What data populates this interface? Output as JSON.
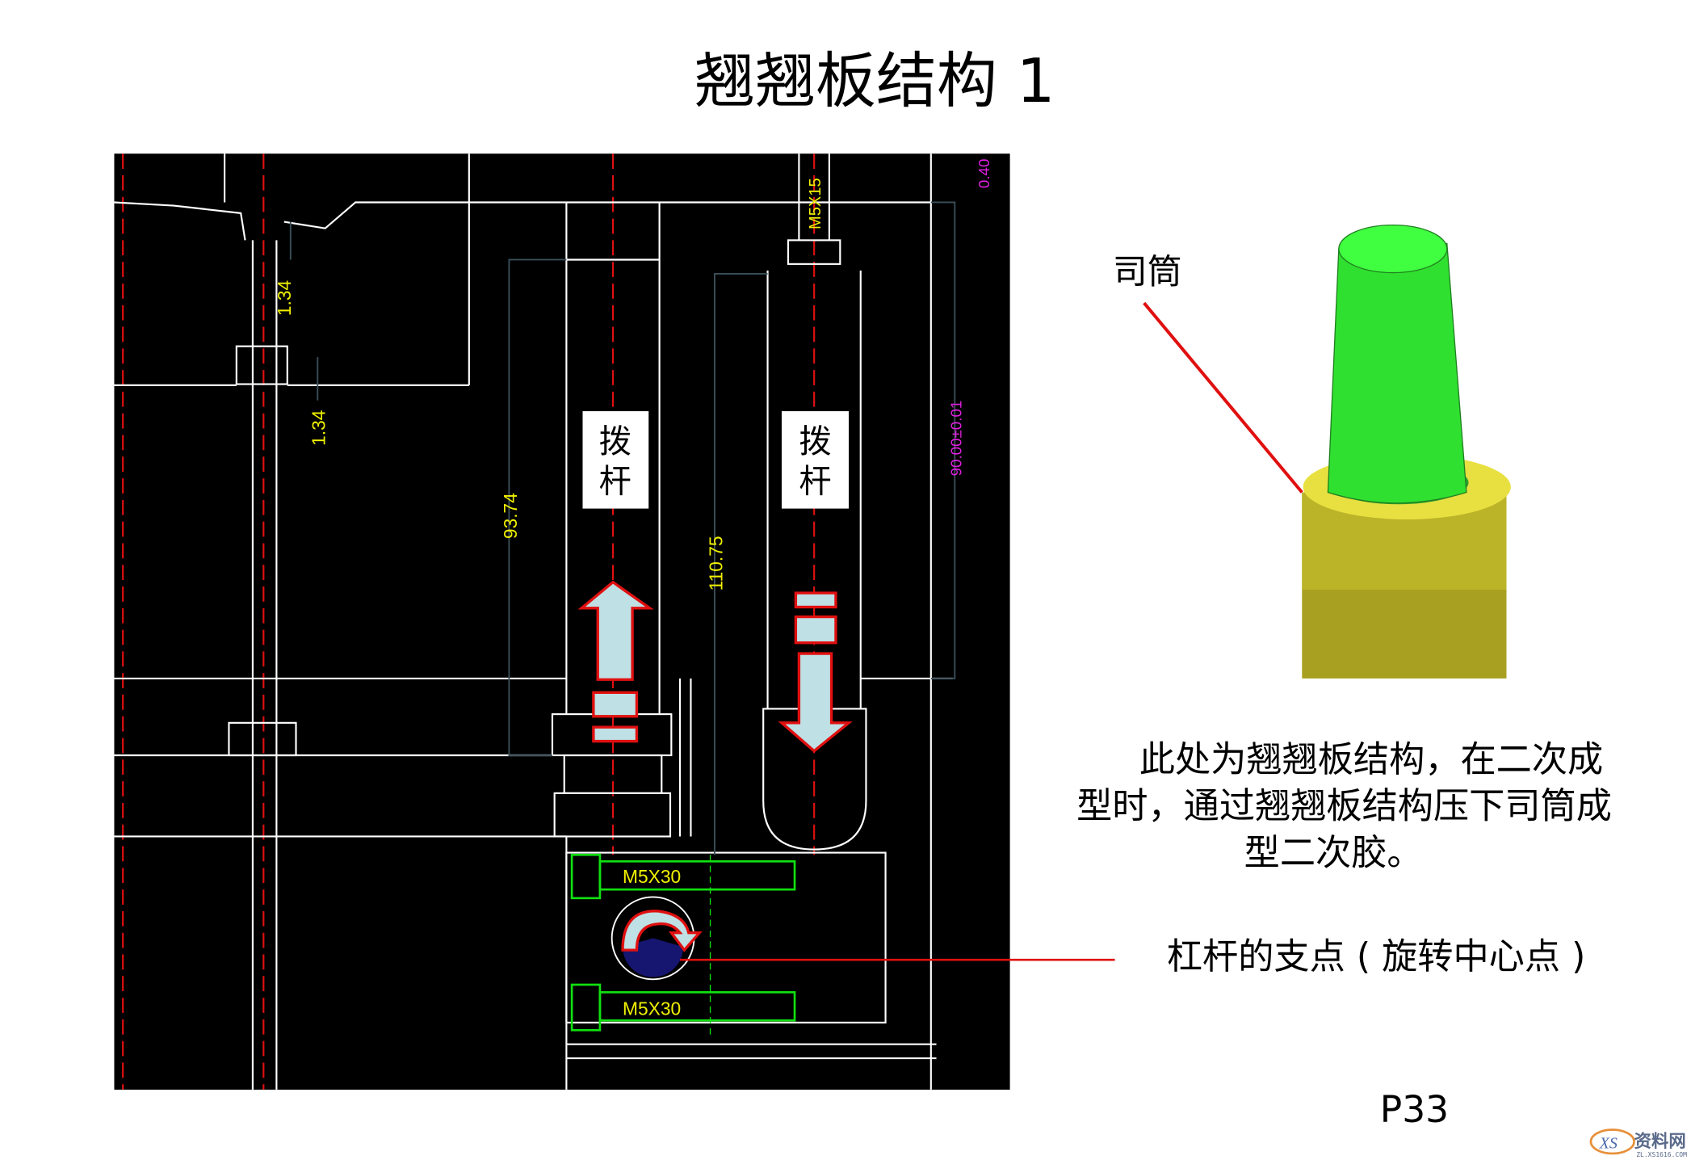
{
  "title": "翘翘板结构 1",
  "cad": {
    "labels": {
      "dim1": "1.34",
      "dim2": "1.34",
      "dim3": "93.74",
      "dim4": "110.75",
      "dim5": "90.00±0.01",
      "dim6": "0.40",
      "screw_top": "M5X15",
      "bolt1": "M5X30",
      "bolt2": "M5X30"
    },
    "lever_label_left": [
      "拨",
      "杆"
    ],
    "lever_label_right": [
      "拨",
      "杆"
    ],
    "colors": {
      "background": "#000000",
      "arrow_fill": "#bfe0e4",
      "arrow_stroke": "#e01010",
      "dimension": "#f0f000",
      "tolerance": "#e020e0",
      "bolt": "#10e010"
    }
  },
  "callouts": {
    "sleeve": "司筒",
    "description": [
      "此处为翘翘板结构，在二次成",
      "型时，通过翘翘板结构压下司筒成",
      "型二次胶。"
    ],
    "pivot": "杠杆的支点 ( 旋转中心点 )"
  },
  "page_number": "P33",
  "watermark": {
    "logo": "XS",
    "name": "资料网",
    "url": "ZL.XS1616.COM"
  }
}
